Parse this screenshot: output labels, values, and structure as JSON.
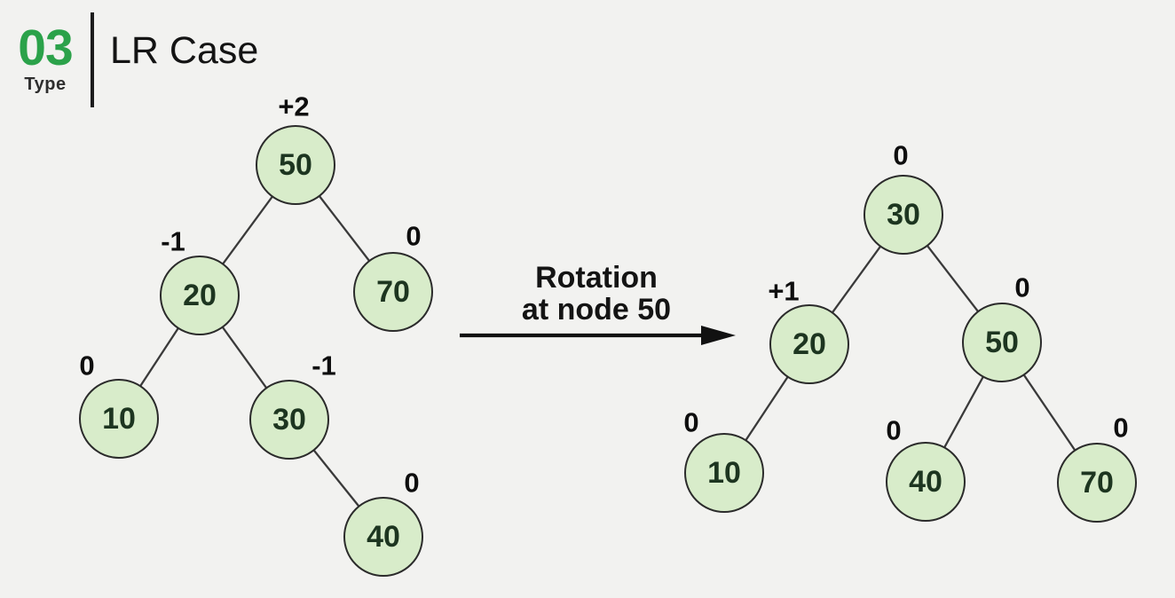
{
  "header": {
    "number": "03",
    "number_caption": "Type",
    "title": "LR Case"
  },
  "arrow": {
    "label_line1": "Rotation",
    "label_line2": "at node 50"
  },
  "colors": {
    "accent_green": "#2ba24a",
    "node_fill": "#d8ecca",
    "node_border": "#2b2b2b",
    "background": "#f2f2f0"
  },
  "diagram": {
    "type": "binary-tree-rotation",
    "case": "LR Case",
    "rotation_at": "50"
  },
  "trees": {
    "before": {
      "name": "before-rotation",
      "nodes": [
        {
          "value": "50",
          "balance": "+2"
        },
        {
          "value": "20",
          "balance": "-1"
        },
        {
          "value": "70",
          "balance": "0"
        },
        {
          "value": "10",
          "balance": "0"
        },
        {
          "value": "30",
          "balance": "-1"
        },
        {
          "value": "40",
          "balance": "0"
        }
      ],
      "edges": [
        "50-20",
        "50-70",
        "20-10",
        "20-30",
        "30-40"
      ]
    },
    "after": {
      "name": "after-rotation",
      "nodes": [
        {
          "value": "30",
          "balance": "0"
        },
        {
          "value": "20",
          "balance": "+1"
        },
        {
          "value": "50",
          "balance": "0"
        },
        {
          "value": "10",
          "balance": "0"
        },
        {
          "value": "40",
          "balance": "0"
        },
        {
          "value": "70",
          "balance": "0"
        }
      ],
      "edges": [
        "30-20",
        "30-50",
        "20-10",
        "50-40",
        "50-70"
      ]
    }
  }
}
